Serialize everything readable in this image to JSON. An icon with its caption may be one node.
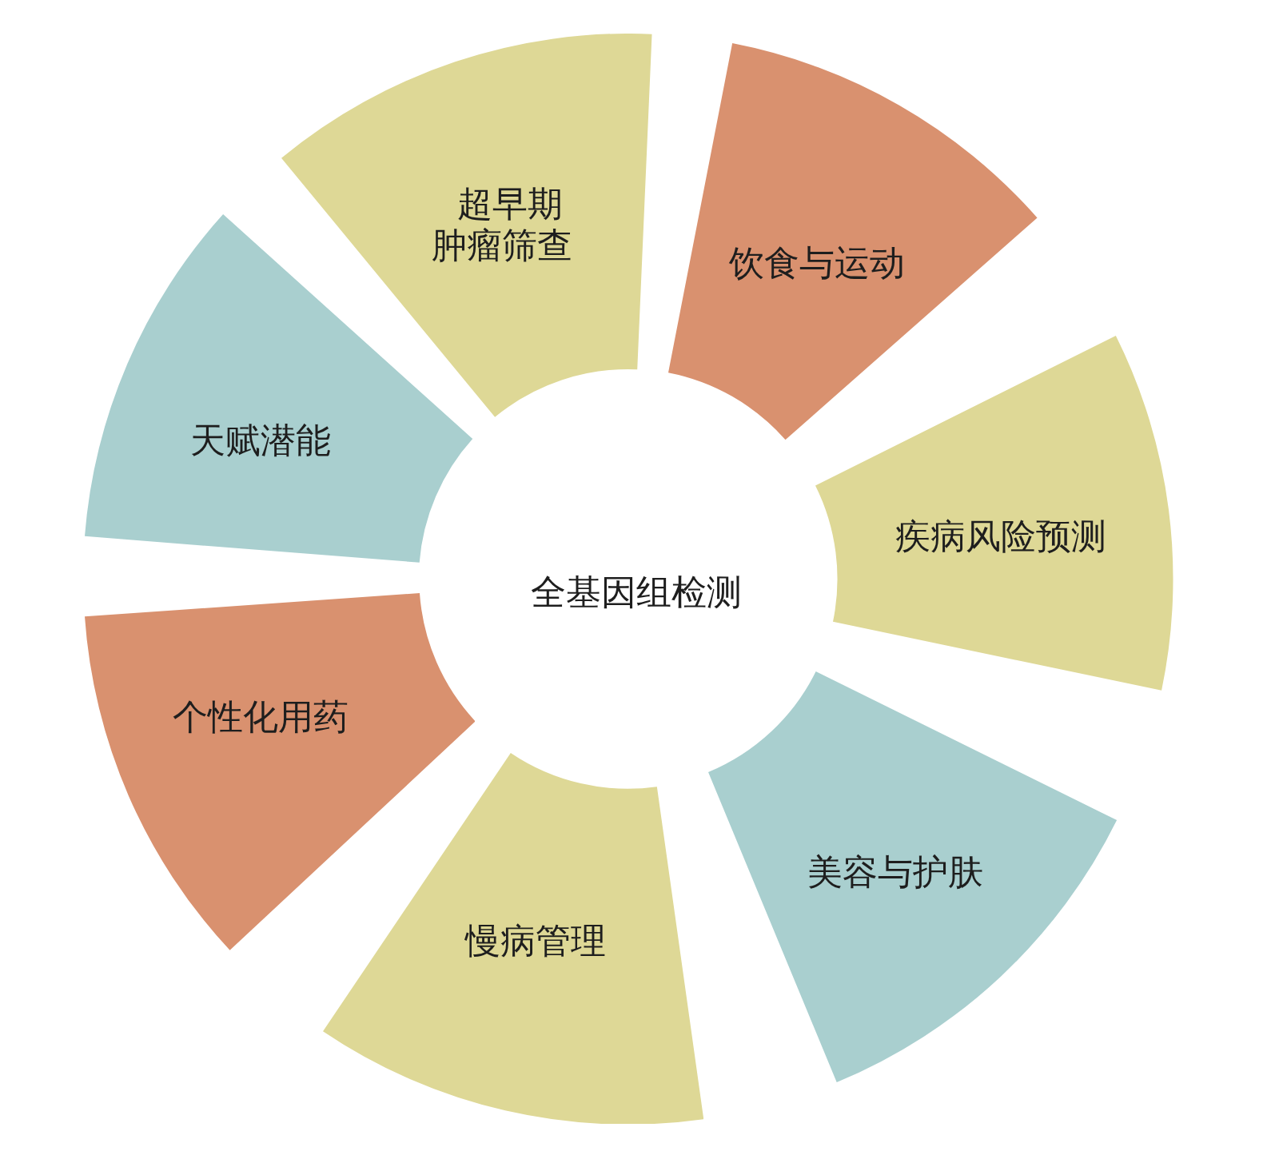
{
  "diagram": {
    "nodes": [
      {
        "text": [
          "超早期肿瘤筛查"
        ]
      },
      {
        "text": [
          "饮食与运动"
        ]
      },
      {
        "text": [
          "疾病风险预测"
        ]
      },
      {
        "text": [
          "美容与护肤"
        ]
      },
      {
        "text": [
          "慢病管理"
        ]
      },
      {
        "text": [
          "个性化用药"
        ]
      },
      {
        "text": [
          "天赋潜能"
        ]
      }
    ],
    "labels": [
      "全基因组检测"
    ]
  }
}
